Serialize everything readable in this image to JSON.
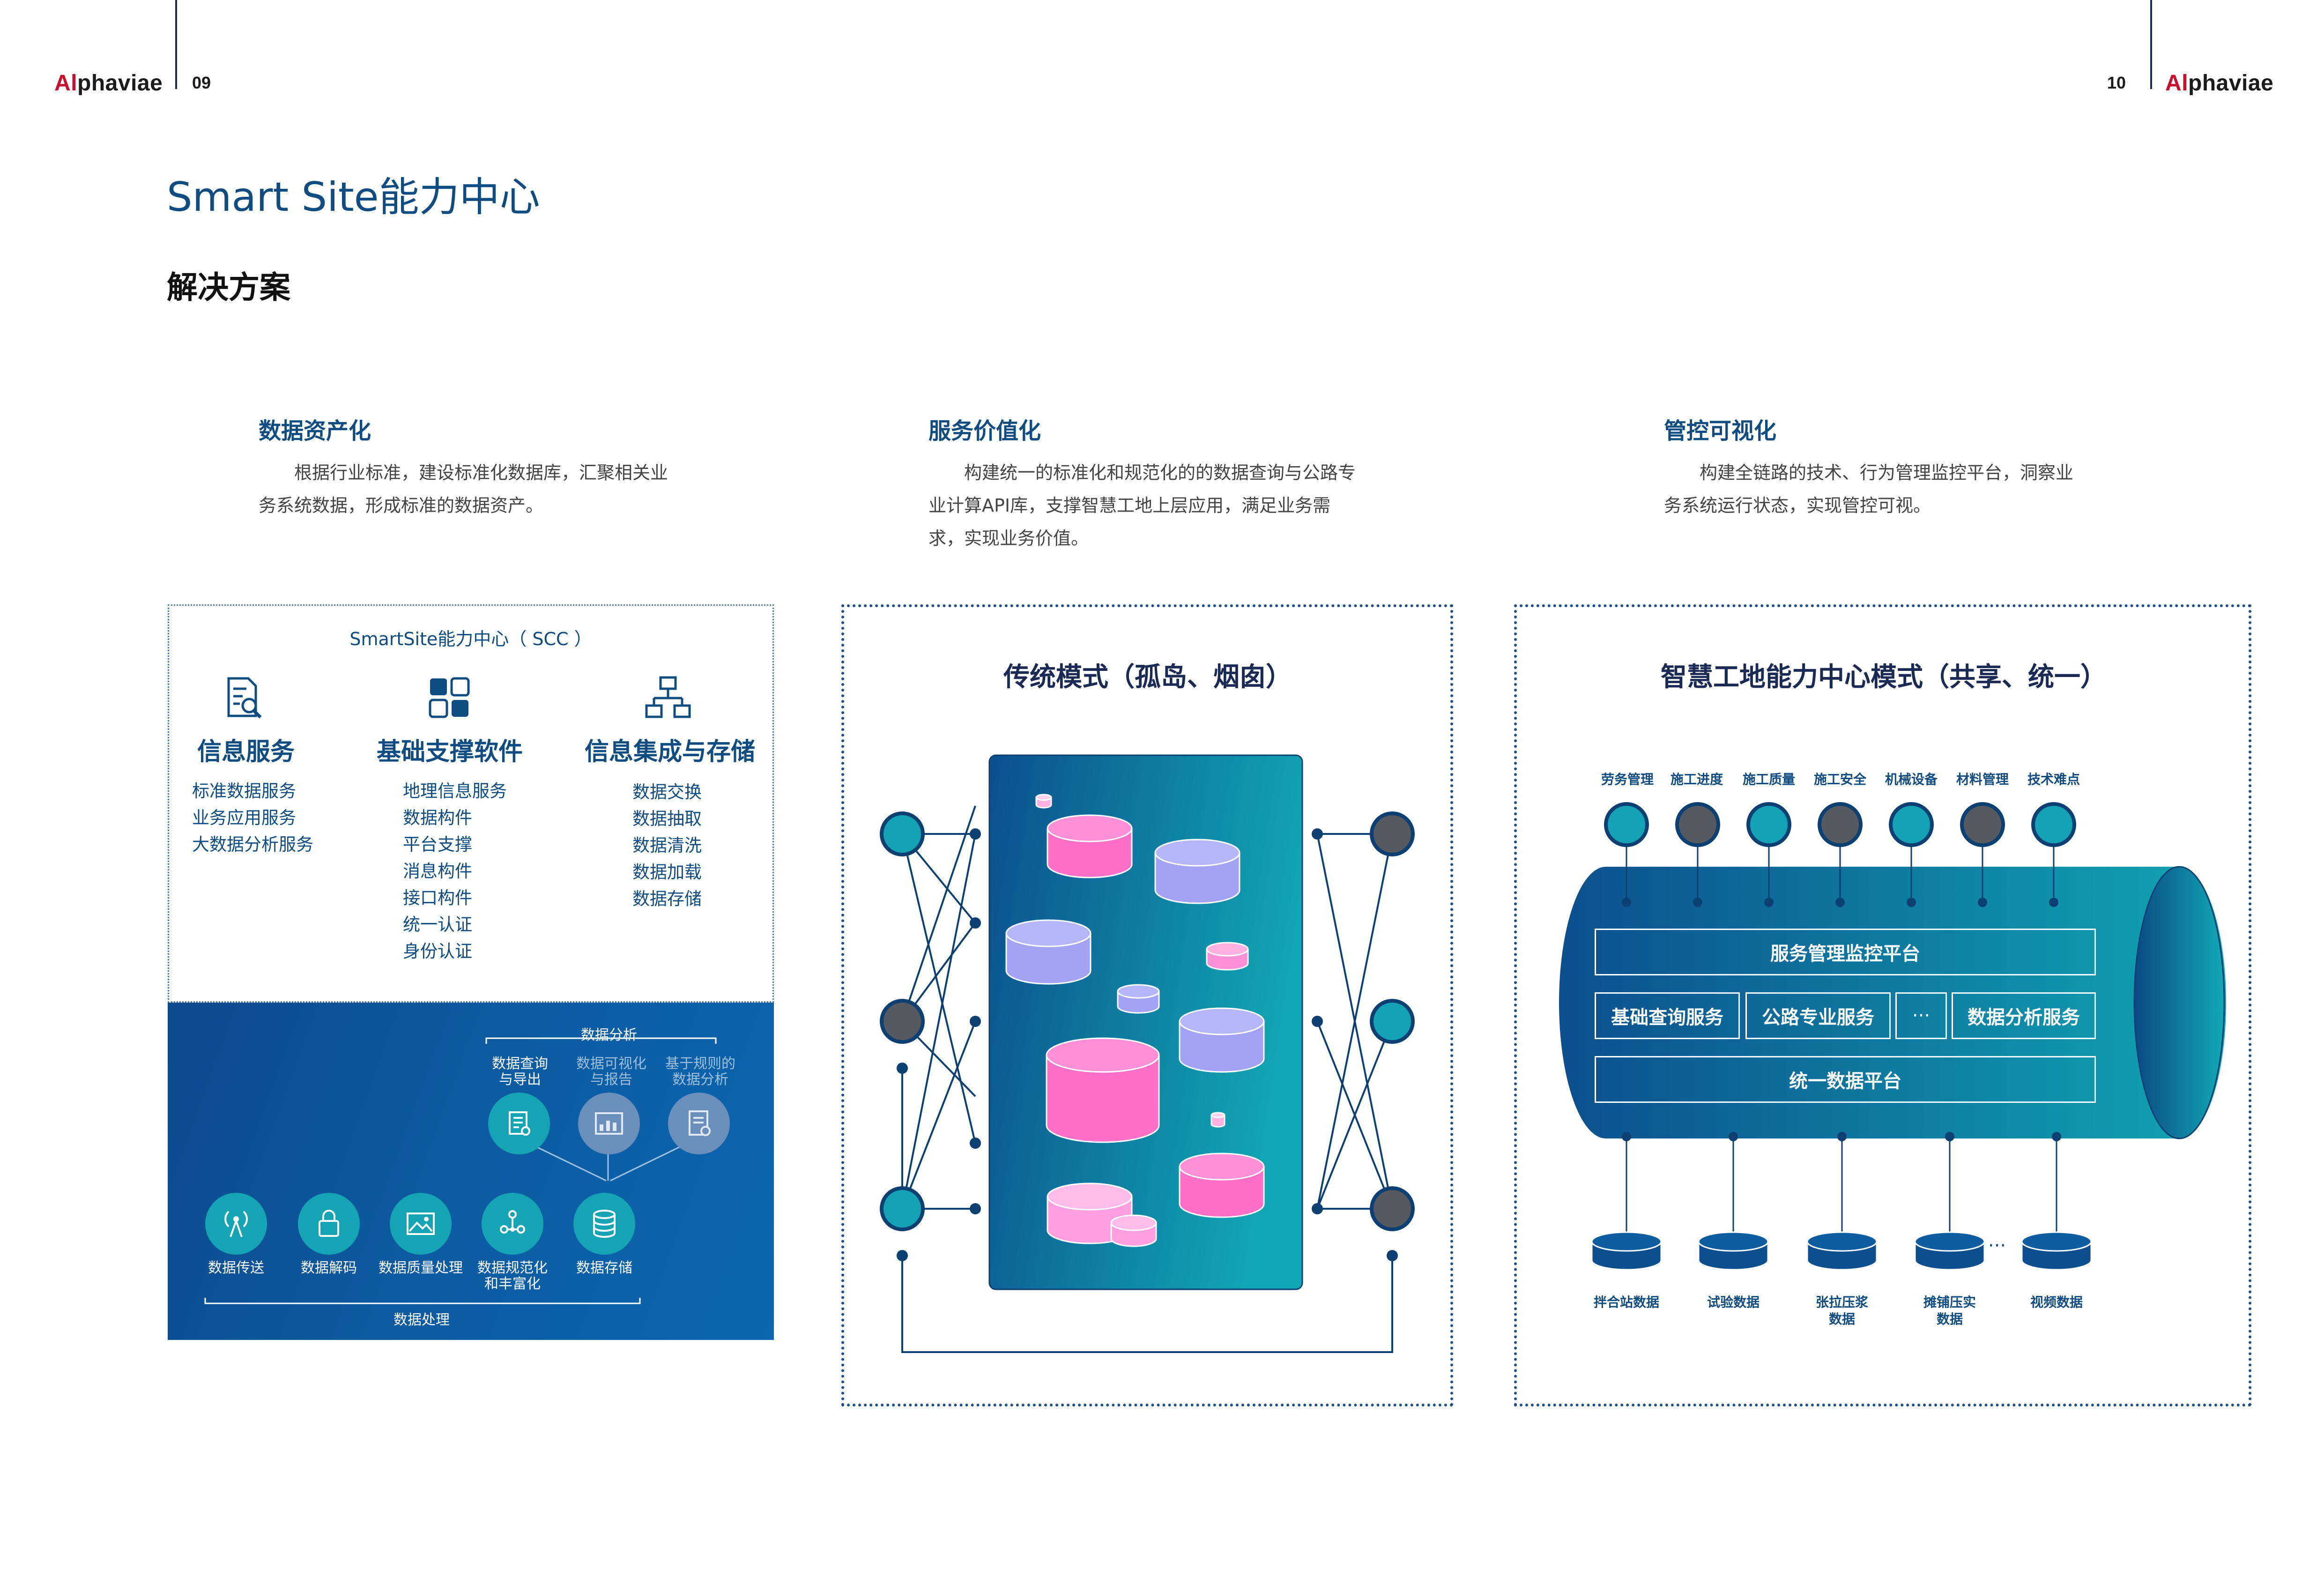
{
  "header": {
    "left_brand_a": "Al",
    "left_brand_rest": "phaviae",
    "left_page": "09",
    "right_page": "10",
    "right_brand_a": "Al",
    "right_brand_rest": "phaviae"
  },
  "title": "Smart Site能力中心",
  "subtitle": "解决方案",
  "columns": [
    {
      "heading": "数据资产化",
      "text": "根据行业标准，建设标准化数据库，汇聚相关业务系统数据，形成标准的数据资产。"
    },
    {
      "heading": "服务价值化",
      "text": "构建统一的标准化和规范化的的数据查询与公路专业计算API库，支撑智慧工地上层应用，满足业务需求，实现业务价值。"
    },
    {
      "heading": "管控可视化",
      "text": "构建全链路的技术、行为管理监控平台，洞察业务系统运行状态，实现管控可视。"
    }
  ],
  "scc": {
    "title": "SmartSite能力中心（ SCC ）",
    "categories": [
      {
        "title": "信息服务",
        "icon": "search-document-icon",
        "items": [
          "标准数据服务",
          "业务应用服务",
          "大数据分析服务"
        ]
      },
      {
        "title": "基础支撑软件",
        "icon": "modules-icon",
        "items": [
          "地理信息服务",
          "数据构件",
          "平台支撑",
          "消息构件",
          "接口构件",
          "统一认证",
          "身份认证"
        ]
      },
      {
        "title": "信息集成与存储",
        "icon": "hierarchy-icon",
        "items": [
          "数据交换",
          "数据抽取",
          "数据清洗",
          "数据加载",
          "数据存储"
        ]
      }
    ],
    "analysis_label": "数据分析",
    "analysis_items": [
      {
        "label1": "数据查询",
        "label2": "与导出",
        "icon": "query-icon"
      },
      {
        "label1": "数据可视化",
        "label2": "与报告",
        "icon": "chart-icon"
      },
      {
        "label1": "基于规则的",
        "label2": "数据分析",
        "icon": "rules-icon"
      }
    ],
    "processing_label": "数据处理",
    "processing_items": [
      {
        "label1": "数据传送",
        "label2": "",
        "icon": "antenna-icon"
      },
      {
        "label1": "数据解码",
        "label2": "",
        "icon": "lock-icon"
      },
      {
        "label1": "数据质量处理",
        "label2": "",
        "icon": "image-icon"
      },
      {
        "label1": "数据规范化",
        "label2": "和丰富化",
        "icon": "network-icon"
      },
      {
        "label1": "数据存储",
        "label2": "",
        "icon": "database-icon"
      }
    ]
  },
  "traditional": {
    "title": "传统模式（孤岛、烟囱）"
  },
  "smart": {
    "title": "智慧工地能力中心模式（共享、统一）",
    "top_labels": [
      "劳务管理",
      "施工进度",
      "施工质量",
      "施工安全",
      "机械设备",
      "材料管理",
      "技术难点"
    ],
    "platform_top": "服务管理监控平台",
    "services": [
      "基础查询服务",
      "公路专业服务",
      "···",
      "数据分析服务"
    ],
    "platform_bottom": "统一数据平台",
    "bottom_labels": [
      {
        "l1": "拌合站数据",
        "l2": ""
      },
      {
        "l1": "试验数据",
        "l2": ""
      },
      {
        "l1": "张拉压浆",
        "l2": "数据"
      },
      {
        "l1": "摊铺压实",
        "l2": "数据"
      },
      {
        "l1": "视频数据",
        "l2": ""
      }
    ],
    "bottom_ellipsis": "···"
  },
  "colors": {
    "navy": "#0f4c81",
    "teal": "#13a3b4",
    "gray_node": "#555a60",
    "pink": "#ff6fc8",
    "lavender": "#a3a3f5",
    "brand_red": "#c8102e"
  }
}
